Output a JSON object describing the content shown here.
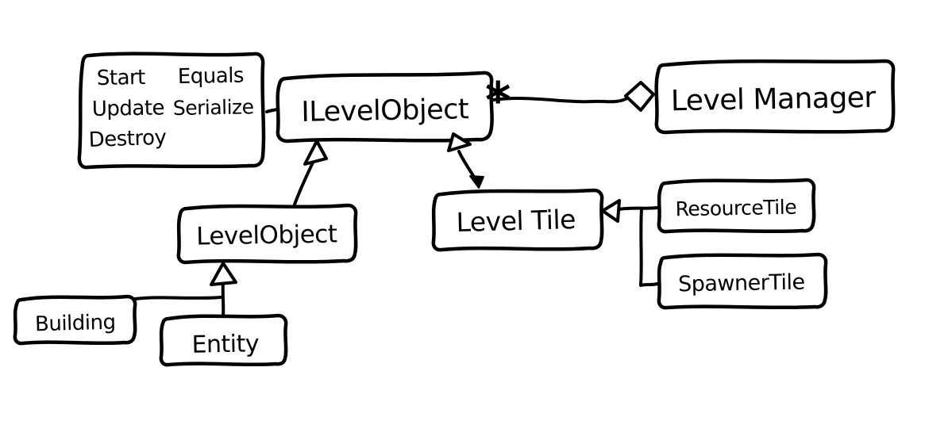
{
  "canvas": {
    "background_color": "#ffffff",
    "ink_color": "#000000"
  },
  "diagram": {
    "nodes": {
      "interface_methods": {
        "methods": [
          "Start",
          "Equals",
          "Update",
          "Serialize",
          "Destroy"
        ]
      },
      "ilevelobject": {
        "label": "ILevelObject",
        "multiplicity": "*"
      },
      "levelmanager": {
        "label": "Level Manager"
      },
      "levelobject": {
        "label": "LevelObject"
      },
      "leveltile": {
        "label": "Level Tile"
      },
      "resourcetile": {
        "label": "ResourceTile"
      },
      "spawnertile": {
        "label": "SpawnerTile"
      },
      "building": {
        "label": "Building"
      },
      "entity": {
        "label": "Entity"
      }
    }
  }
}
